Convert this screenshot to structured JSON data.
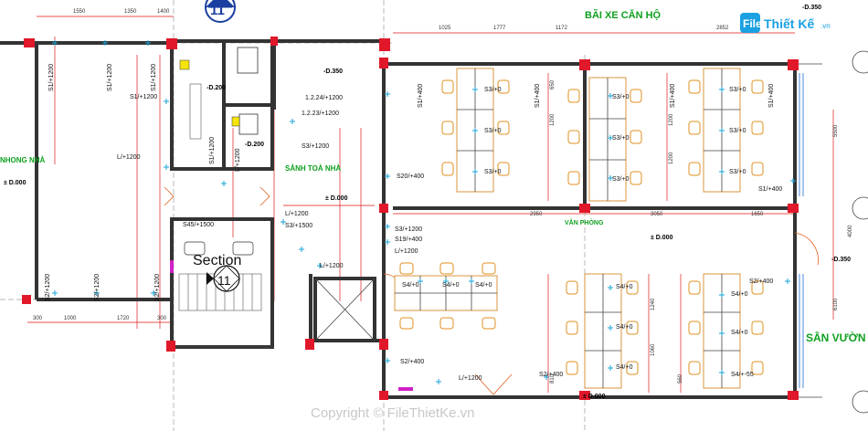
{
  "brand": {
    "name_prefix": "File",
    "name_suffix": "Thiết Kế",
    "domain": ".vn"
  },
  "copyright": "Copyright © FileThietKe.vn",
  "rooms": {
    "parking": "BÃI XE CĂN HỘ",
    "office": "VĂN PHÒNG",
    "garden": "SÂN VƯỜN",
    "hall": "SẢNH TOÀ NHÀ",
    "left": "NHONG NHÀ"
  },
  "section": {
    "title": "Section",
    "number": "11",
    "top_number": "11"
  },
  "levels": {
    "d350_top": "-D.350",
    "d350_right": "-D.350",
    "d350_mid": "-D.350",
    "d200_a": "-D.200",
    "d200_b": "-D.200",
    "d000_left": "± D.000",
    "d000_hall": "± D.000",
    "d000_office": "± D.000",
    "d000_bottom": "± D.000"
  },
  "tags": {
    "s1_1200_a": "S1/+1200",
    "s1_1200_b": "S1/+1200",
    "s1_1200_c": "S1/+1200",
    "s1_1200_d": "S1/+1200",
    "s1_1200_e": "S1/+1200",
    "l_1200_a": "L/+1200",
    "l_1200_b": "L/+1200",
    "l_1200_c": "L/+1200",
    "l_1200_d": "L/+1200",
    "l_1200_e": "L/+1200",
    "l_1200_f": "L/+1200",
    "s3_1200_a": "S3/+1200",
    "s3_1200_b": "S3/+1200",
    "s3_1500": "S3/+1500",
    "s45_1500": "S45/+1500",
    "s19_400": "S19/+400",
    "s20_400": "S20/+400",
    "s1_400_a": "S1/+400",
    "s1_400_b": "S1/+400",
    "s1_400_c": "S1/+400",
    "s1_400_d": "S1/+400",
    "s1_400_e": "S1/+400",
    "s2_400_a": "S2/+400",
    "s2_400_b": "S2/+400",
    "s2_400_c": "S2/+400",
    "s2_1200_a": "S2/+1200",
    "s2_1200_b": "S2/+1200",
    "s2_1200_c": "S2/+1200",
    "s3_0": "S3/+0",
    "s4_0": "S4/+0",
    "s4_55": "S4/+-55",
    "t1224": "1.2.24/+1200",
    "t1223": "1.2.23/+1200"
  },
  "dims": {
    "top_left": [
      "1550",
      "1350",
      "1400"
    ],
    "top_right": [
      "1025",
      "1777",
      "1172",
      "2852"
    ],
    "mid_row": [
      "2950",
      "3050",
      "1650"
    ],
    "left_bottom": [
      "300",
      "1000",
      "1720",
      "300"
    ],
    "right_side": [
      "5500",
      "4000",
      "6100"
    ],
    "desk_dims": [
      "650",
      "1200",
      "1200",
      "1200",
      "810",
      "560",
      "1240",
      "1060"
    ]
  }
}
